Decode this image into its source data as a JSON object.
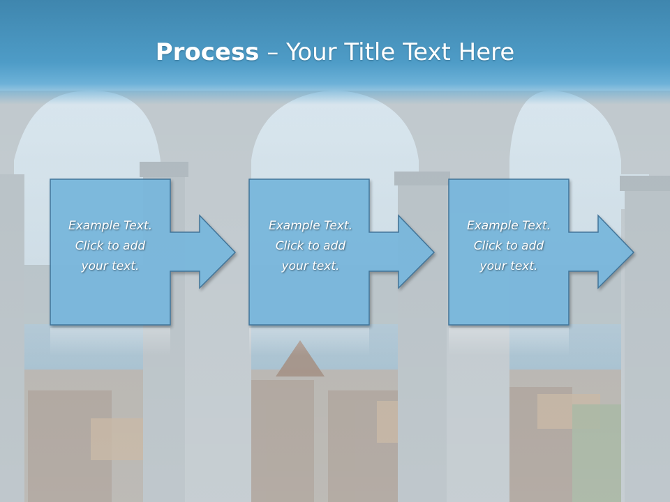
{
  "slide": {
    "title_bold": "Process",
    "title_rest": " – Your Title Text Here"
  },
  "steps": [
    {
      "line1": "Example Text.",
      "line2": "Click  to add",
      "line3": "your text."
    },
    {
      "line1": "Example Text.",
      "line2": "Click  to add",
      "line3": "your text."
    },
    {
      "line1": "Example Text.",
      "line2": "Click  to add",
      "line3": "your text."
    }
  ],
  "colors": {
    "title_band": "#4e9cc7",
    "arrow_fill": "#79b7dc",
    "arrow_stroke": "#3b6f95",
    "text": "#ffffff"
  }
}
